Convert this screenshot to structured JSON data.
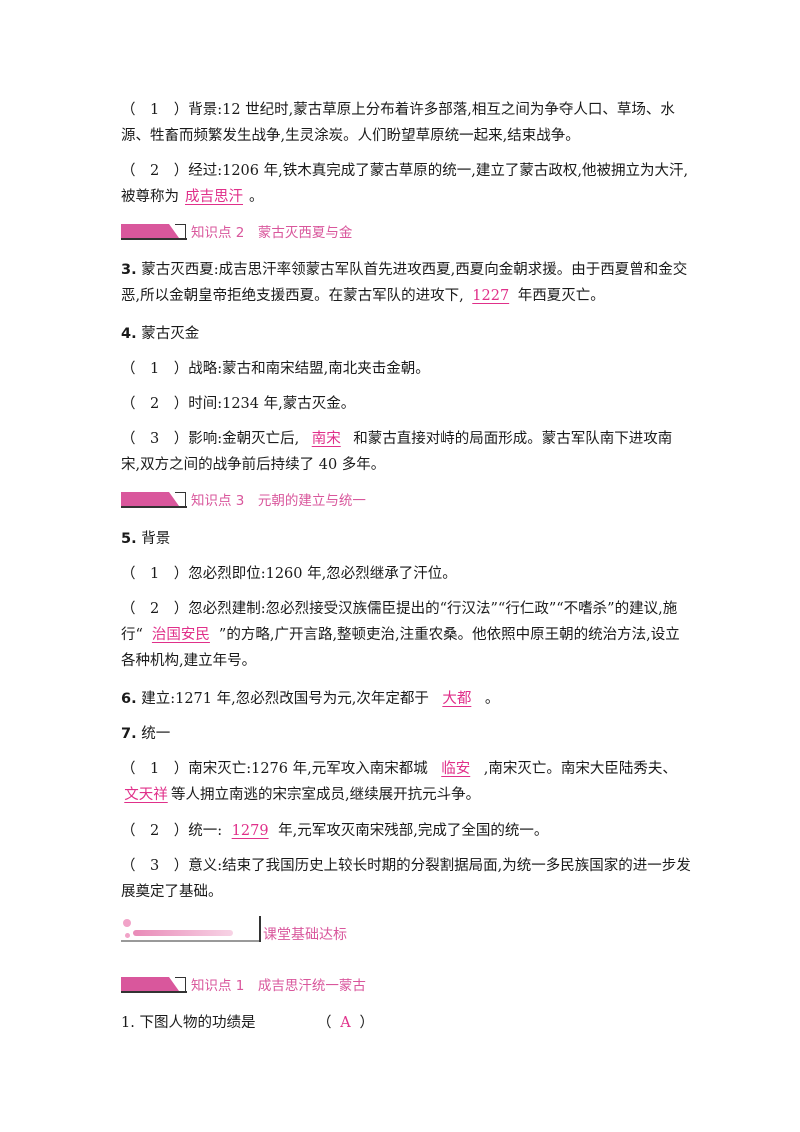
{
  "p1": {
    "lead": "（　1　）背景:12 世纪时,蒙古草原上分布着许多部落,相互之间为争夺人口、草场、水源、牲畜而频繁发生战争,生灵涂炭。人们盼望草原统一起来,结束战争。"
  },
  "p2": {
    "lead": "（　2　）经过:1206 年,铁木真完成了蒙古草原的统一,建立了蒙古政权,他被拥立为大汗,被尊称为",
    "answer": "成吉思汗",
    "tail": "。"
  },
  "kp2": {
    "label": "知识点 2　蒙古灭西夏与金"
  },
  "q3": {
    "num": "3.",
    "lead": " 蒙古灭西夏:成吉思汗率领蒙古军队首先进攻西夏,西夏向金朝求援。由于西夏曾和金交恶,所以金朝皇帝拒绝支援西夏。在蒙古军队的进攻下,",
    "answer": "1227",
    "tail": "年西夏灭亡。"
  },
  "q4": {
    "num": "4.",
    "title": " 蒙古灭金"
  },
  "q4a": {
    "text": "（　1　）战略:蒙古和南宋结盟,南北夹击金朝。"
  },
  "q4b": {
    "text": "（　2　）时间:1234 年,蒙古灭金。"
  },
  "q4c": {
    "lead": "（　3　）影响:金朝灭亡后,",
    "answer": "南宋",
    "tail": "和蒙古直接对峙的局面形成。蒙古军队南下进攻南宋,双方之间的战争前后持续了 40 多年。"
  },
  "kp3": {
    "label": "知识点 3　元朝的建立与统一"
  },
  "q5": {
    "num": "5.",
    "title": " 背景"
  },
  "q5a": {
    "text": "（　1　）忽必烈即位:1260 年,忽必烈继承了汗位。"
  },
  "q5b": {
    "lead": "（　2　）忽必烈建制:忽必烈接受汉族儒臣提出的“行汉法”“行仁政”“不嗜杀”的建议,施行“",
    "answer": "治国安民",
    "tail": "”的方略,广开言路,整顿吏治,注重农桑。他依照中原王朝的统治方法,设立各种机构,建立年号。"
  },
  "q6": {
    "num": "6.",
    "lead": " 建立:1271 年,忽必烈改国号为元,次年定都于",
    "answer": "大都",
    "tail": "。"
  },
  "q7": {
    "num": "7.",
    "title": " 统一"
  },
  "q7a": {
    "lead": "（　1　）南宋灭亡:1276 年,元军攻入南宋都城",
    "answer": "临安",
    "mid": ",南宋灭亡。南宋大臣陆秀夫、",
    "answer2": "文天祥",
    "tail": "等人拥立南逃的宋宗室成员,继续展开抗元斗争。"
  },
  "q7b": {
    "lead": "（　2　）统一:",
    "answer": "1279",
    "tail": "年,元军攻灭南宋残部,完成了全国的统一。"
  },
  "q7c": {
    "text": "（　3　）意义:结束了我国历史上较长时期的分裂割据局面,为统一多民族国家的进一步发展奠定了基础。"
  },
  "section": {
    "title": "课堂基础达标"
  },
  "kp1": {
    "label": "知识点 1　成吉思汗统一蒙古"
  },
  "q1": {
    "text": "1. 下图人物的功绩是",
    "paren_open": "（",
    "answer": "A",
    "paren_close": "）"
  },
  "colors": {
    "accent": "#d9579c",
    "answer": "#e0308a"
  }
}
